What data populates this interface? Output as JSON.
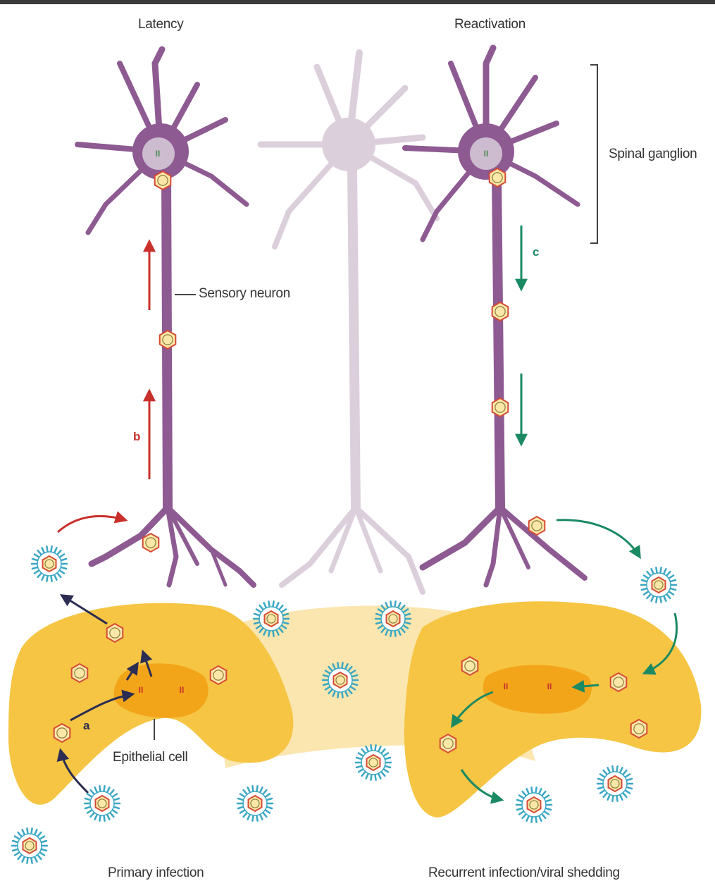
{
  "labels": {
    "latency": "Latency",
    "reactivation": "Reactivation",
    "spinal_ganglion": "Spinal ganglion",
    "sensory_neuron": "Sensory neuron",
    "epithelial_cell": "Epithelial cell",
    "primary_infection": "Primary infection",
    "recurrent_infection": "Recurrent infection/viral shedding"
  },
  "step_letters": {
    "a": "a",
    "b": "b",
    "c": "c"
  },
  "colors": {
    "neuron": "#8e5a92",
    "neuron_faded": "#dccfdc",
    "nucleus": "#cdbccf",
    "epithelium": "#f6c544",
    "epithelium_light": "#fbe3a6",
    "cell_nucleus": "#f3a51a",
    "arrow_primary": "#2b2d52",
    "arrow_latency": "#c9302c",
    "arrow_reactivation": "#1b8a63",
    "virion_spikes": "#3aa7c4",
    "capsid_fill": "#fbe8a8",
    "capsid_ring": "#d64a36"
  },
  "icons": {
    "virion": "enveloped-virion-icon",
    "capsid": "capsid-icon",
    "dna": "viral-dna-icon"
  }
}
